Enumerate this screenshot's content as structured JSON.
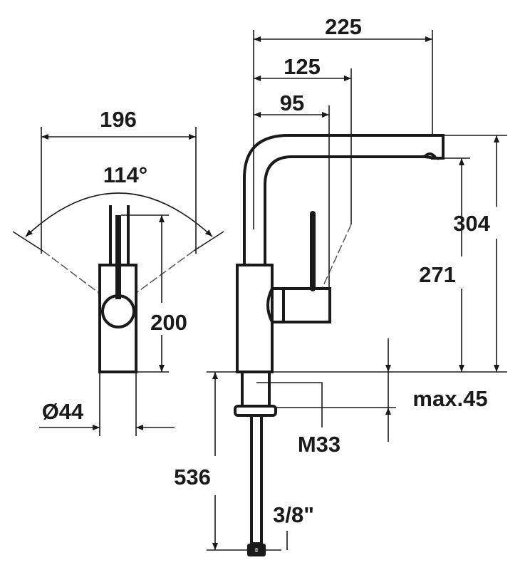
{
  "drawing": {
    "side_view_dims": {
      "width": "196",
      "swivel_angle": "114°",
      "lever_height": "200",
      "diameter": "Ø44"
    },
    "front_view_dims": {
      "reach_total": "225",
      "reach_handle_tilt": "125",
      "reach_lever": "95",
      "height_total": "304",
      "spout_clearance": "271",
      "max_counter_thickness": "max.45",
      "thread": "M33",
      "hose_length": "536",
      "hose_connection": "3/8\""
    },
    "line_color": "#1a1a1a"
  }
}
